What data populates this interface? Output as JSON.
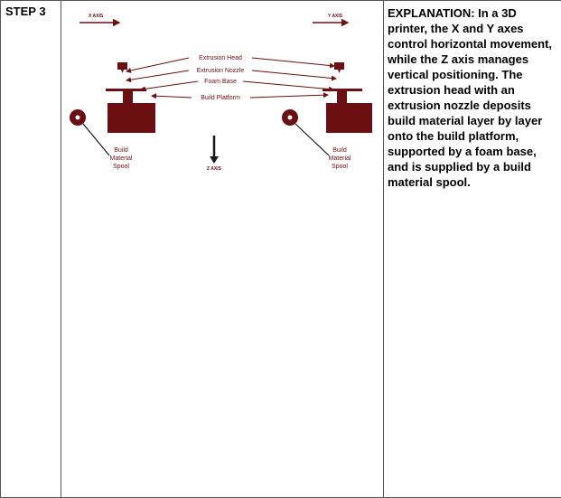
{
  "step": {
    "label": "STEP 3"
  },
  "diagram": {
    "x_axis_label": "X AXIS",
    "y_axis_label": "Y AXIS",
    "z_axis_label": "Z AXIS",
    "callouts": {
      "extrusion_head": "Extrusion Head",
      "extrusion_nozzle": "Extrusion Nozzle",
      "foam_base": "Foam Base",
      "build_platform": "Build Platform"
    },
    "left_spool": {
      "line1": "Build",
      "line2": "Material",
      "line3": "Spool"
    },
    "right_spool": {
      "line1": "Build",
      "line2": "Material",
      "line3": "Spool"
    },
    "colors": {
      "printer": "#6b0f12",
      "arrow": "#6b0f12",
      "background": "#ffffff"
    }
  },
  "explanation": {
    "text": "EXPLANATION: In a 3D printer, the X and Y axes control horizontal movement, while the Z axis manages vertical positioning. The extrusion head with an extrusion nozzle deposits build material layer by layer onto the build platform, supported by a foam base, and is supplied by a build material spool."
  }
}
